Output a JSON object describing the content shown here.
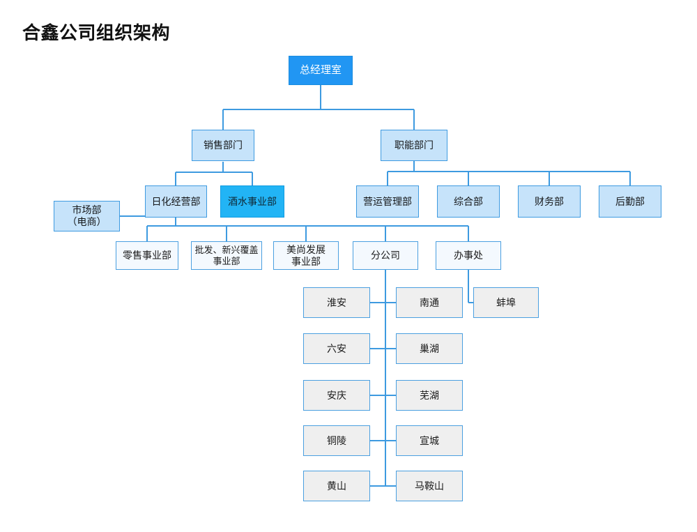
{
  "document": {
    "title": "合鑫公司组织架构",
    "type": "organizational-chart"
  },
  "colors": {
    "root_fill": "#2196f3",
    "root_text": "#ffffff",
    "dept_fill": "#c6e3fa",
    "accent_fill": "#22b4f5",
    "unit_fill": "#f4f9fe",
    "city_fill": "#efefef",
    "border": "#3d9ae0",
    "connector": "#3d9ae0",
    "title_text": "#111111",
    "background": "#ffffff"
  },
  "nodes": {
    "root": {
      "label": "总经理室",
      "style": "root"
    },
    "level2": [
      {
        "id": "sales",
        "label": "销售部门",
        "style": "dept"
      },
      {
        "id": "functional",
        "label": "职能部门",
        "style": "dept"
      }
    ],
    "sales_children": [
      {
        "id": "daily-chem",
        "label": "日化经营部",
        "style": "dept"
      },
      {
        "id": "beverage",
        "label": "酒水事业部",
        "style": "accent"
      }
    ],
    "market": {
      "id": "market",
      "label": "市场部\n（电商）",
      "style": "dept"
    },
    "functional_children": [
      {
        "id": "operations",
        "label": "营运管理部",
        "style": "dept"
      },
      {
        "id": "general",
        "label": "综合部",
        "style": "dept"
      },
      {
        "id": "finance",
        "label": "财务部",
        "style": "dept"
      },
      {
        "id": "logistics",
        "label": "后勤部",
        "style": "dept"
      }
    ],
    "business_units": [
      {
        "id": "retail",
        "label": "零售事业部",
        "style": "unit"
      },
      {
        "id": "wholesale",
        "label": "批发、新兴覆盖\n事业部",
        "style": "unit"
      },
      {
        "id": "meishang",
        "label": "美尚发展\n事业部",
        "style": "unit"
      },
      {
        "id": "branch",
        "label": "分公司",
        "style": "unit"
      },
      {
        "id": "office",
        "label": "办事处",
        "style": "unit"
      }
    ],
    "branch_cities_left": [
      {
        "id": "huaian",
        "label": "淮安"
      },
      {
        "id": "luan",
        "label": "六安"
      },
      {
        "id": "anqing",
        "label": "安庆"
      },
      {
        "id": "tongling",
        "label": "铜陵"
      },
      {
        "id": "huangshan",
        "label": "黄山"
      }
    ],
    "branch_cities_right": [
      {
        "id": "nantong",
        "label": "南通"
      },
      {
        "id": "chaohu",
        "label": "巢湖"
      },
      {
        "id": "wuhu",
        "label": "芜湖"
      },
      {
        "id": "xuancheng",
        "label": "宣城"
      },
      {
        "id": "maanshan",
        "label": "马鞍山"
      }
    ],
    "office_cities": [
      {
        "id": "bengbu",
        "label": "蚌埠"
      }
    ]
  }
}
